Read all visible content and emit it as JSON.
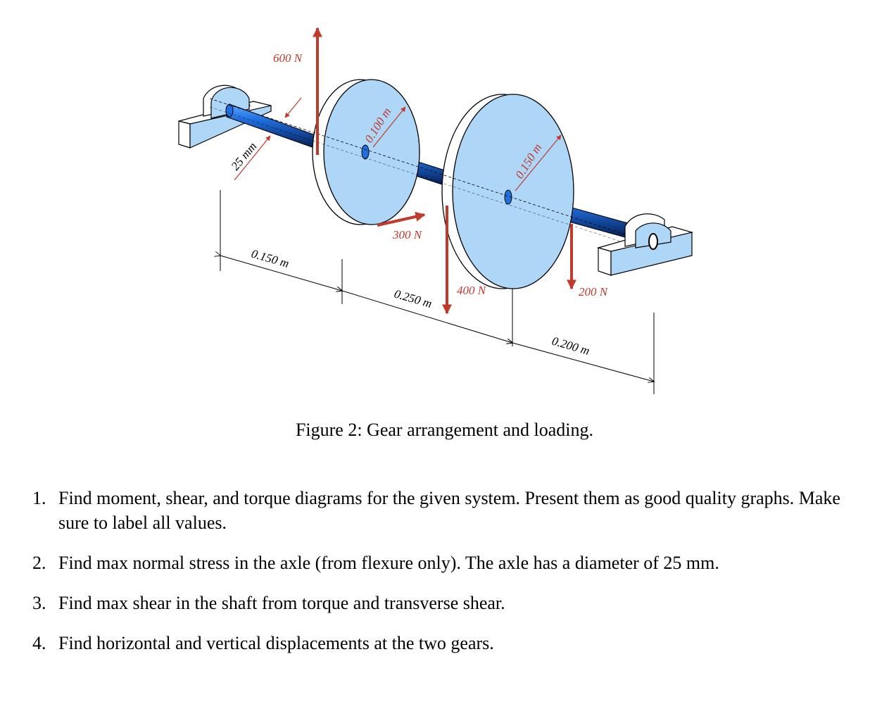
{
  "figure": {
    "caption": "Figure 2: Gear arrangement and loading.",
    "forces": {
      "f600": "600 N",
      "f300": "300 N",
      "f400": "400 N",
      "f200": "200 N"
    },
    "radii": {
      "gear1": "0.100 m",
      "gear2": "0.150 m",
      "shaft": "25 mm"
    },
    "dimensions": {
      "d1": "0.150 m",
      "d2": "0.250 m",
      "d3": "0.200 m"
    },
    "colors": {
      "force": "#c0392b",
      "gear_fill": "#aed6f7",
      "shaft_dark": "#062a6b",
      "shaft_light": "#2e86f0"
    }
  },
  "questions": [
    {
      "number": "1.",
      "text": "Find moment, shear, and torque diagrams for the given system. Present them as good quality graphs. Make sure to label all values."
    },
    {
      "number": "2.",
      "text": "Find max normal stress in the axle (from flexure only). The axle has a diameter of 25 mm."
    },
    {
      "number": "3.",
      "text": "Find max shear in the shaft from torque and transverse shear."
    },
    {
      "number": "4.",
      "text": "Find horizontal and vertical displacements at the two gears."
    }
  ]
}
